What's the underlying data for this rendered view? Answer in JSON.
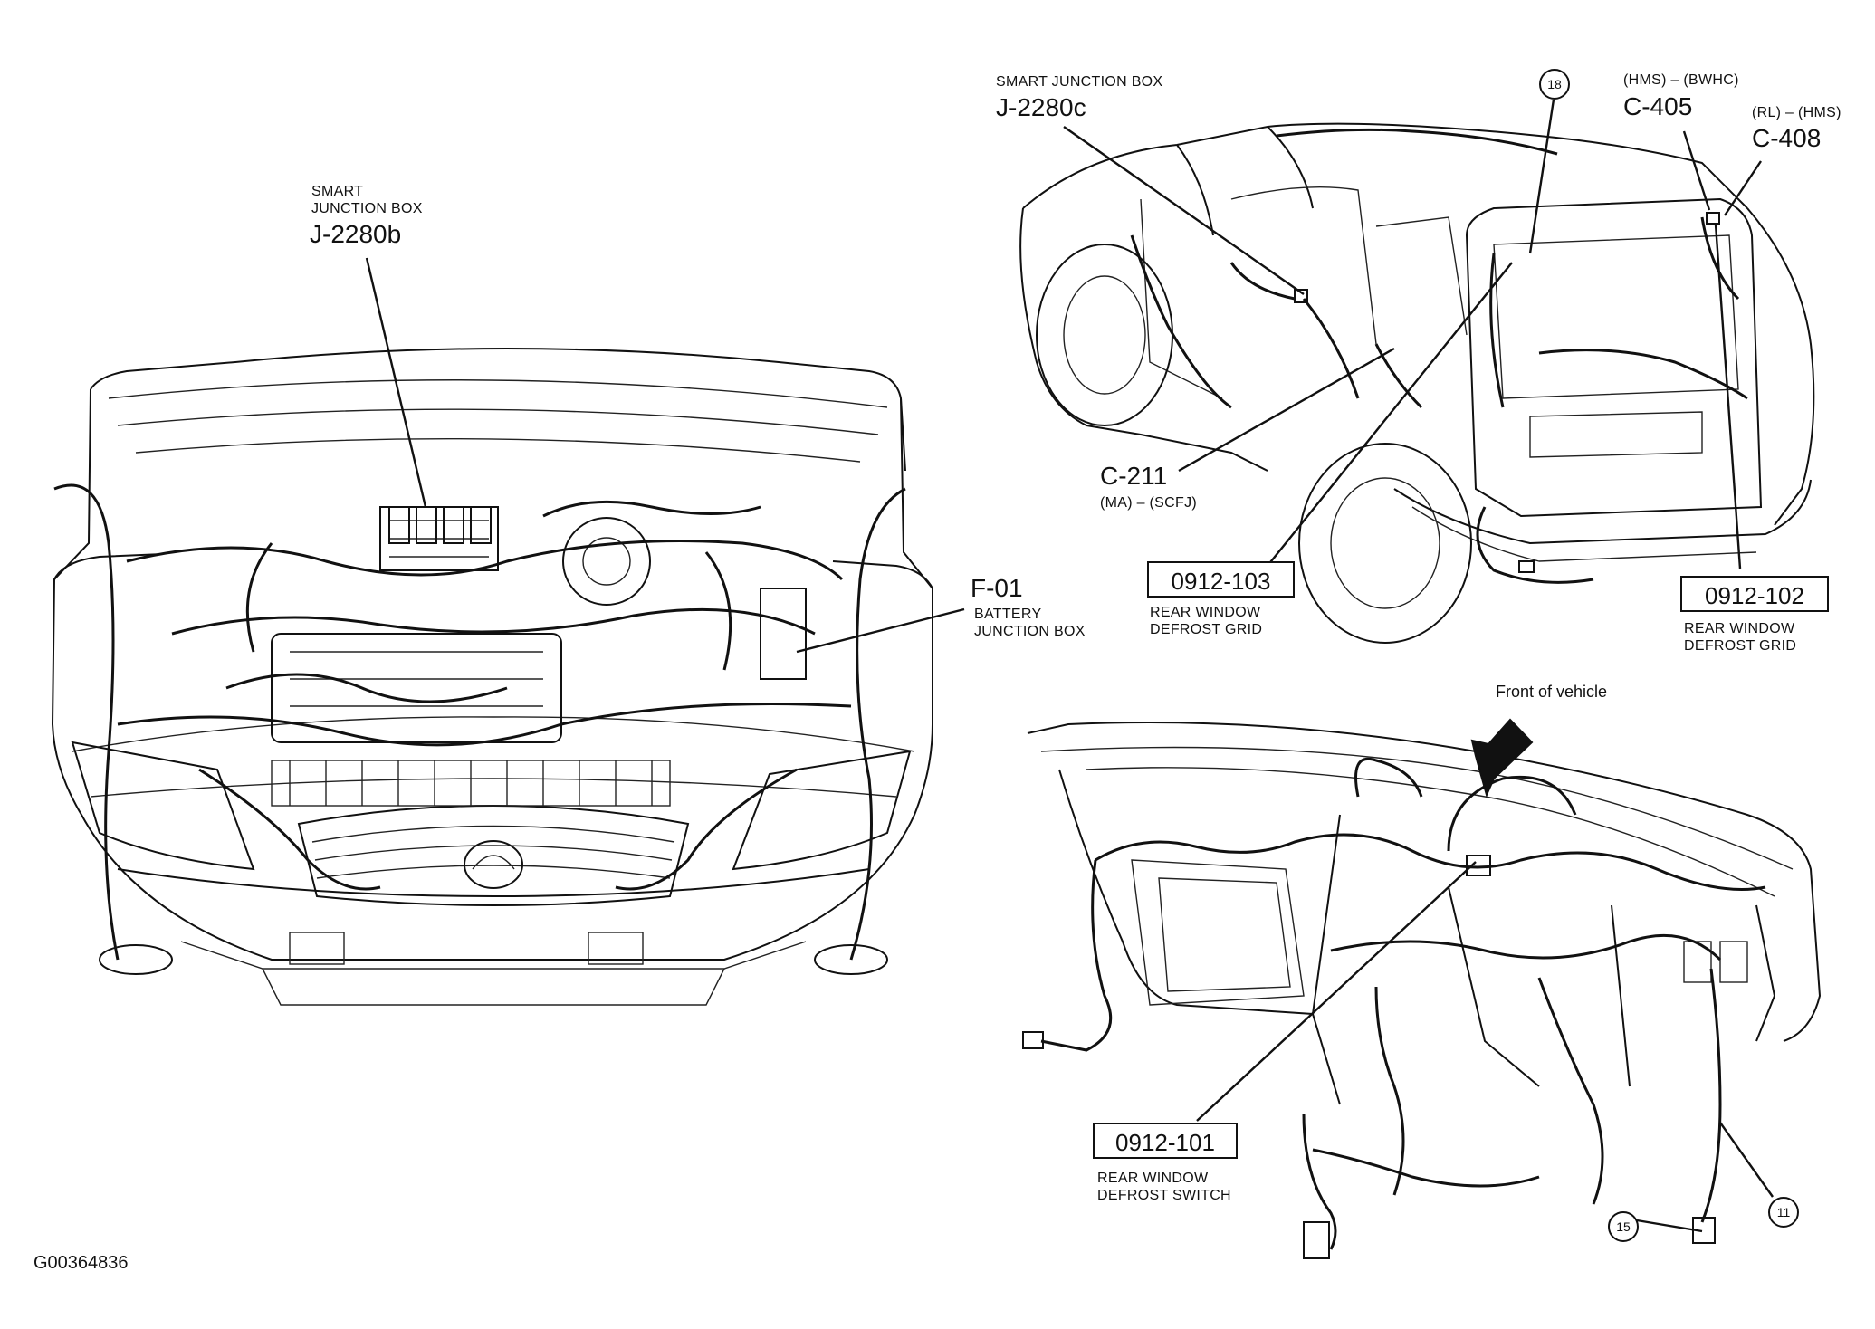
{
  "engine_bay": {
    "sjb": {
      "line1": "SMART",
      "line2": "JUNCTION BOX",
      "id": "J-2280b"
    },
    "bjb": {
      "id": "F-01",
      "line1": "BATTERY",
      "line2": "JUNCTION BOX"
    }
  },
  "rear_view": {
    "sjb": {
      "line1": "SMART JUNCTION BOX",
      "id": "J-2280c"
    },
    "c405": {
      "codes": "(HMS) – (BWHC)",
      "id": "C-405"
    },
    "c408": {
      "codes": "(RL) – (HMS)",
      "id": "C-408"
    },
    "c211": {
      "id": "C-211",
      "codes": "(MA) – (SCFJ)"
    },
    "callout_18": "18",
    "defrost_grid_left": {
      "box": "0912-103",
      "line1": "REAR WINDOW",
      "line2": "DEFROST GRID"
    },
    "defrost_grid_right": {
      "box": "0912-102",
      "line1": "REAR WINDOW",
      "line2": "DEFROST GRID"
    }
  },
  "dash_view": {
    "front_label": "Front of vehicle",
    "switch": {
      "box": "0912-101",
      "line1": "REAR WINDOW",
      "line2": "DEFROST SWITCH"
    },
    "callout_11": "11",
    "callout_15": "15"
  },
  "figure_id": "G00364836",
  "icons": [
    "direction-arrow-icon"
  ]
}
